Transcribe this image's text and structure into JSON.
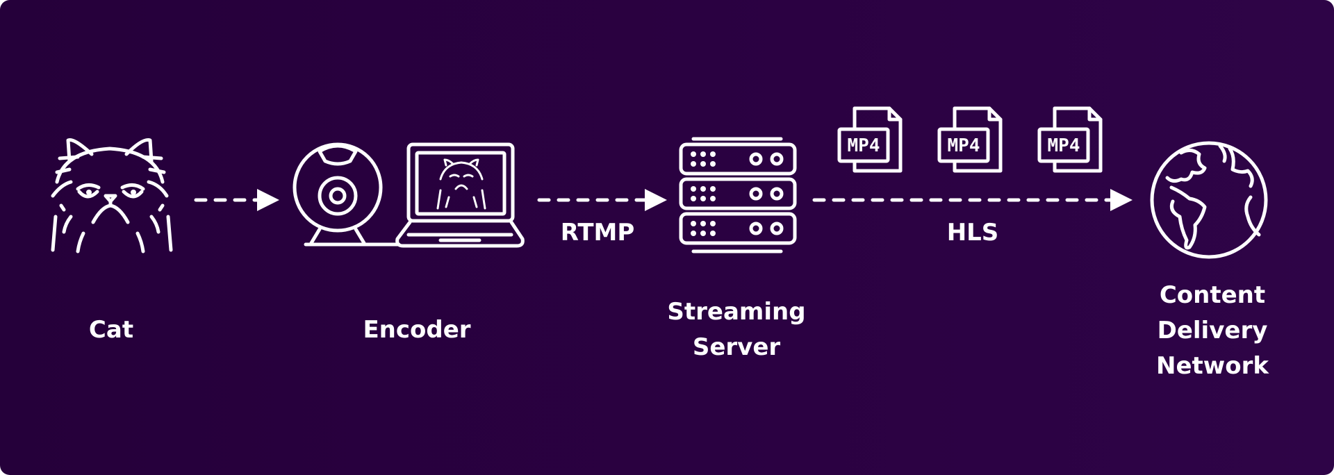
{
  "nodes": {
    "cat": "Cat",
    "encoder": "Encoder",
    "server_line1": "Streaming",
    "server_line2": "Server",
    "cdn_line1": "Content",
    "cdn_line2": "Delivery",
    "cdn_line3": "Network"
  },
  "edges": {
    "rtmp": "RTMP",
    "hls": "HLS"
  },
  "files": [
    "MP4",
    "MP4",
    "MP4"
  ],
  "icons": [
    "grumpy-cat-icon",
    "webcam-icon",
    "laptop-icon",
    "server-rack-icon",
    "mp4-file-icon",
    "globe-icon",
    "arrow-right-icon"
  ],
  "colors": {
    "background_start": "#25003a",
    "background_end": "#2e0447",
    "foreground": "#ffffff"
  }
}
